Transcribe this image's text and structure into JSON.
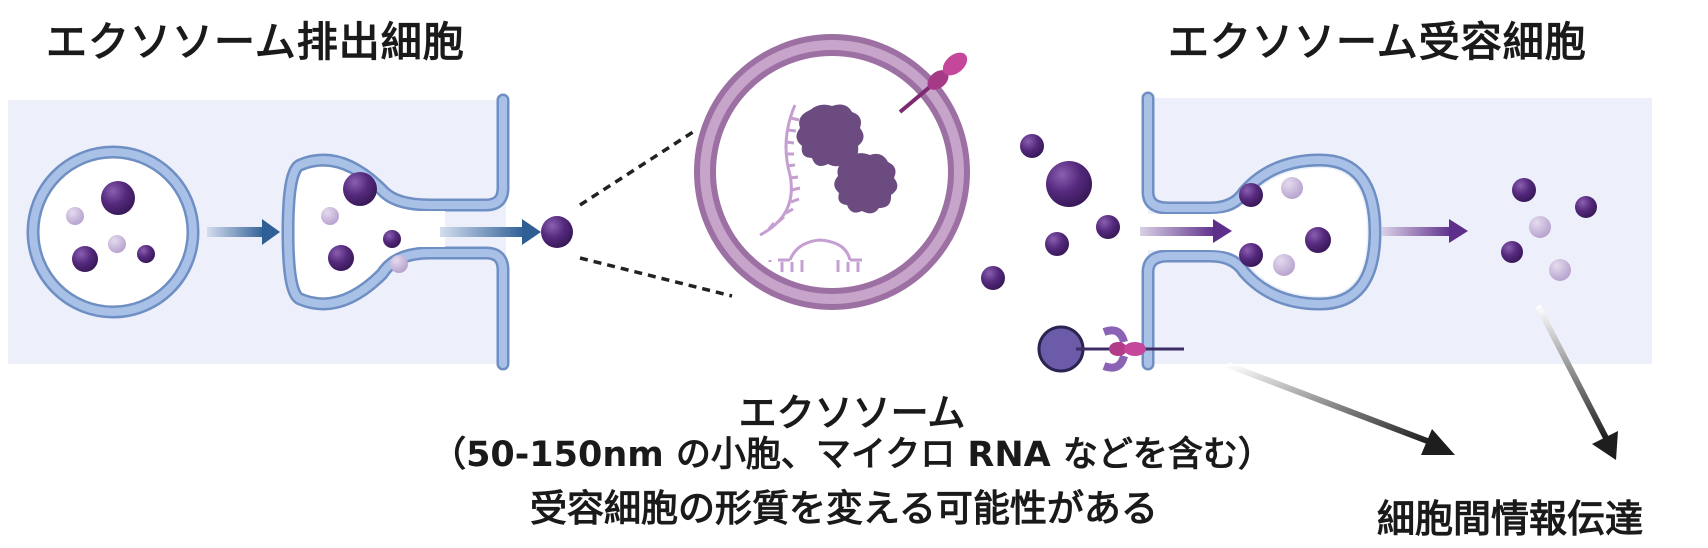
{
  "titles": {
    "secreting_cell": "エクソソーム排出細胞",
    "receiving_cell": "エクソソーム受容細胞"
  },
  "labels": {
    "exosome": "エクソソーム",
    "exosome_desc": "（50-150nm の小胞、マイクロ RNA などを含む）",
    "effect": "受容細胞の形質を変える可能性がある",
    "communication": "細胞間情報伝達"
  },
  "colors": {
    "cell_bg": "#edf0fa",
    "membrane_fill": "#a9c1e6",
    "membrane_edge": "#6f8fc4",
    "exosome_dark": "#5b2d82",
    "exosome_light": "#c8b8da",
    "arrow_blue": "#35679b",
    "arrow_purple": "#6a3a93",
    "exosome_ring": "#b58fb8"
  }
}
